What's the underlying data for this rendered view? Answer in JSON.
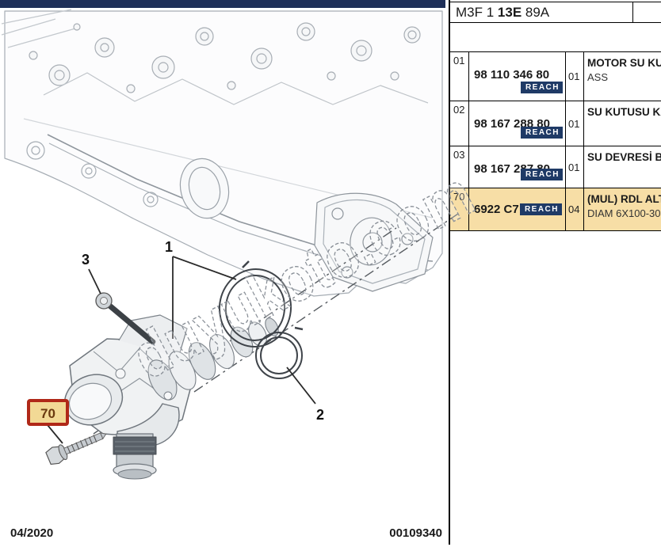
{
  "header": {
    "code_part1": "M3F 1 ",
    "code_bold": "13E",
    "code_part2": " 89A"
  },
  "parts_table": {
    "rows": [
      {
        "ref": "01",
        "part_number": "98 110 346 80",
        "reach_label": "REACH",
        "qty": "01",
        "desc_line1": "MOTOR SU KUT",
        "desc_line2": "ASS",
        "highlighted": false
      },
      {
        "ref": "02",
        "part_number": "98 167 288 80",
        "reach_label": "REACH",
        "qty": "01",
        "desc_line1": "SU KUTUSU KA",
        "desc_line2": "",
        "highlighted": false
      },
      {
        "ref": "03",
        "part_number": "98 167 287 80",
        "reach_label": "REACH",
        "qty": "01",
        "desc_line1": "SU DEVRESİ BO",
        "desc_line2": "",
        "highlighted": false
      },
      {
        "ref": "70",
        "part_number": "6922 C7",
        "reach_label": "REACH",
        "qty": "04",
        "desc_line1": "(MUL) RDL ALTI",
        "desc_line2": "DIAM 6X100-30",
        "highlighted": true
      }
    ]
  },
  "diagram": {
    "callout_1": "1",
    "callout_2": "2",
    "callout_3": "3",
    "hotspot_label": "70",
    "watermark": "duyukoto.com"
  },
  "footer": {
    "date": "04/2020",
    "doc_number": "00109340"
  },
  "colors": {
    "navy_bar": "#1e2f58",
    "reach_badge": "#1f3a66",
    "highlight_row": "#f7dea6",
    "hotspot_border": "#b02818",
    "hotspot_bg": "#f2d995",
    "hotspot_text": "#6b3a10"
  }
}
